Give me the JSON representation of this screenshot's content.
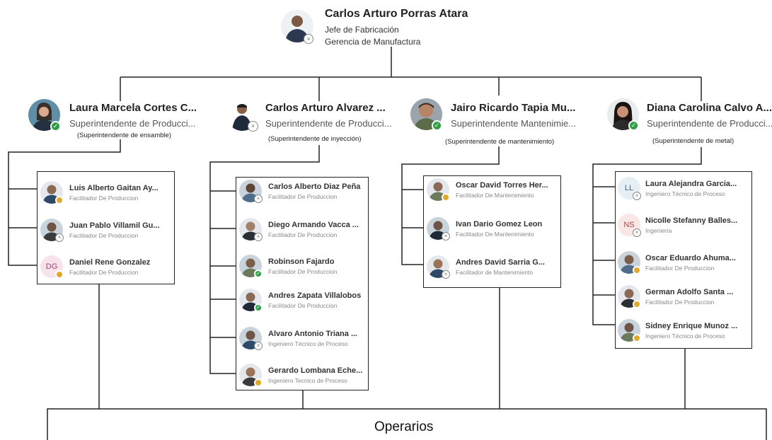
{
  "head": {
    "name": "Carlos Arturo Porras Atara",
    "title": "Jefe de Fabricación",
    "department": "Gerencia de Manufactura",
    "status": "offline"
  },
  "supervisors": [
    {
      "name": "Laura Marcela Cortes C...",
      "title": "Superintendente de Producci...",
      "note": "(Superintendente de ensamble)",
      "status": "available",
      "members": [
        {
          "name": "Luis Alberto Gaitan Ay...",
          "title": "Facilitador De Produccion",
          "status": "away"
        },
        {
          "name": "Juan Pablo Villamil Gu...",
          "title": "Facilitador De Produccion",
          "status": "offline"
        },
        {
          "name": "Daniel Rene Gonzalez",
          "title": "Facilitador De Produccion",
          "status": "away",
          "initials": "DG"
        }
      ]
    },
    {
      "name": "Carlos Arturo Alvarez ...",
      "title": "Superintendente de Producci...",
      "note": "(Superintendente de inyección)",
      "status": "offline",
      "members": [
        {
          "name": "Carlos Alberto Diaz Peña",
          "title": "Facilitador De Produccion",
          "status": "offline"
        },
        {
          "name": "Diego Armando Vacca ...",
          "title": "Facilitador De Produccion",
          "status": "offline"
        },
        {
          "name": "Robinson Fajardo",
          "title": "Facilitador De Produccion",
          "status": "available"
        },
        {
          "name": "Andres Zapata Villalobos",
          "title": "Facilitador De Produccion",
          "status": "available"
        },
        {
          "name": "Alvaro Antonio Triana ...",
          "title": "Ingeniero Técnico de Proceso",
          "status": "offline"
        },
        {
          "name": "Gerardo Lombana Eche...",
          "title": "Ingeniero Tecnico de Proceso",
          "status": "away"
        }
      ]
    },
    {
      "name": "Jairo Ricardo Tapia Mu...",
      "title": "Superintendente Mantenimie...",
      "note": "(Superintendente de mantenimiento)",
      "status": "available",
      "members": [
        {
          "name": "Oscar David Torres Her...",
          "title": "Facilitador De Mantenimiento",
          "status": "away"
        },
        {
          "name": "Ivan Dario Gomez Leon",
          "title": "Facilitador De Mantenimiento",
          "status": "offline"
        },
        {
          "name": "Andres David Sarria G...",
          "title": "Facilitador de Mantenimiento",
          "status": "offline"
        }
      ]
    },
    {
      "name": "Diana Carolina Calvo A...",
      "title": "Superintendente de Producci...",
      "note": "(Superintendente de metal)",
      "status": "available",
      "members": [
        {
          "name": "Laura Alejandra Garcia...",
          "title": "Ingeniero Técnico de Proceso",
          "status": "offline",
          "initials": "LL"
        },
        {
          "name": "Nicolle Stefanny Balles...",
          "title": "Ingenieria",
          "status": "offline",
          "initials": "NS"
        },
        {
          "name": "Oscar Eduardo Ahuma...",
          "title": "Facilitador De Produccion",
          "status": "away"
        },
        {
          "name": "German Adolfo Santa ...",
          "title": "Facilitador De Produccion",
          "status": "away"
        },
        {
          "name": "Sidney Enrique Munoz ...",
          "title": "Ingeniero Técnico de Proceso",
          "status": "away"
        }
      ]
    }
  ],
  "footer": {
    "label": "Operarios"
  },
  "colors": {
    "available": "#2f9e44",
    "away": "#e0a82e",
    "offline": "#888888",
    "line": "#222222"
  }
}
